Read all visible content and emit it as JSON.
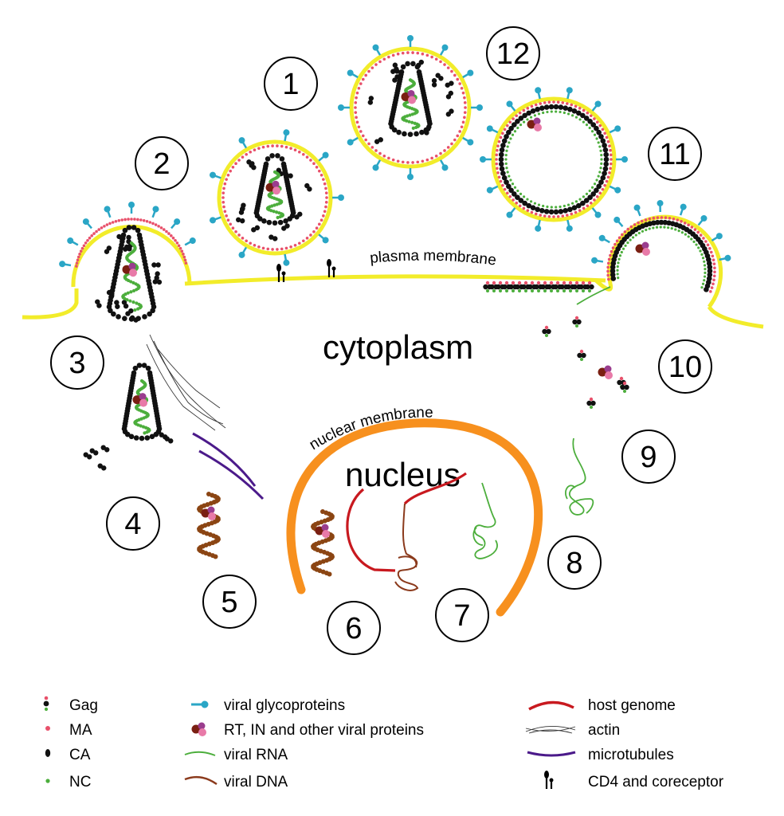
{
  "labels": {
    "plasma_membrane": "plasma membrane",
    "cytoplasm": "cytoplasm",
    "nuclear_membrane": "nuclear membrane",
    "nucleus": "nucleus"
  },
  "steps": [
    "1",
    "2",
    "3",
    "4",
    "5",
    "6",
    "7",
    "8",
    "9",
    "10",
    "11",
    "12"
  ],
  "legend": {
    "col1": [
      "Gag",
      "MA",
      "CA",
      "NC"
    ],
    "col2": [
      "viral glycoproteins",
      "RT, IN and other viral proteins",
      "viral RNA",
      "viral DNA"
    ],
    "col3": [
      "host genome",
      "actin",
      "microtubules",
      "CD4 and coreceptor"
    ]
  },
  "colors": {
    "membrane": "#f2ec2a",
    "nuclear_membrane": "#f7901e",
    "ma": "#e8506a",
    "ca": "#111111",
    "nc": "#4cae3c",
    "glycoprotein": "#2aa6c6",
    "viral_rna": "#4cae3c",
    "viral_dna": "#8b4513",
    "host_genome": "#c8191f",
    "microtubule": "#4b1a8a",
    "protein_dark": "#7a1f12",
    "protein_pink": "#e87aa8",
    "protein_purple": "#9a3d8e"
  }
}
